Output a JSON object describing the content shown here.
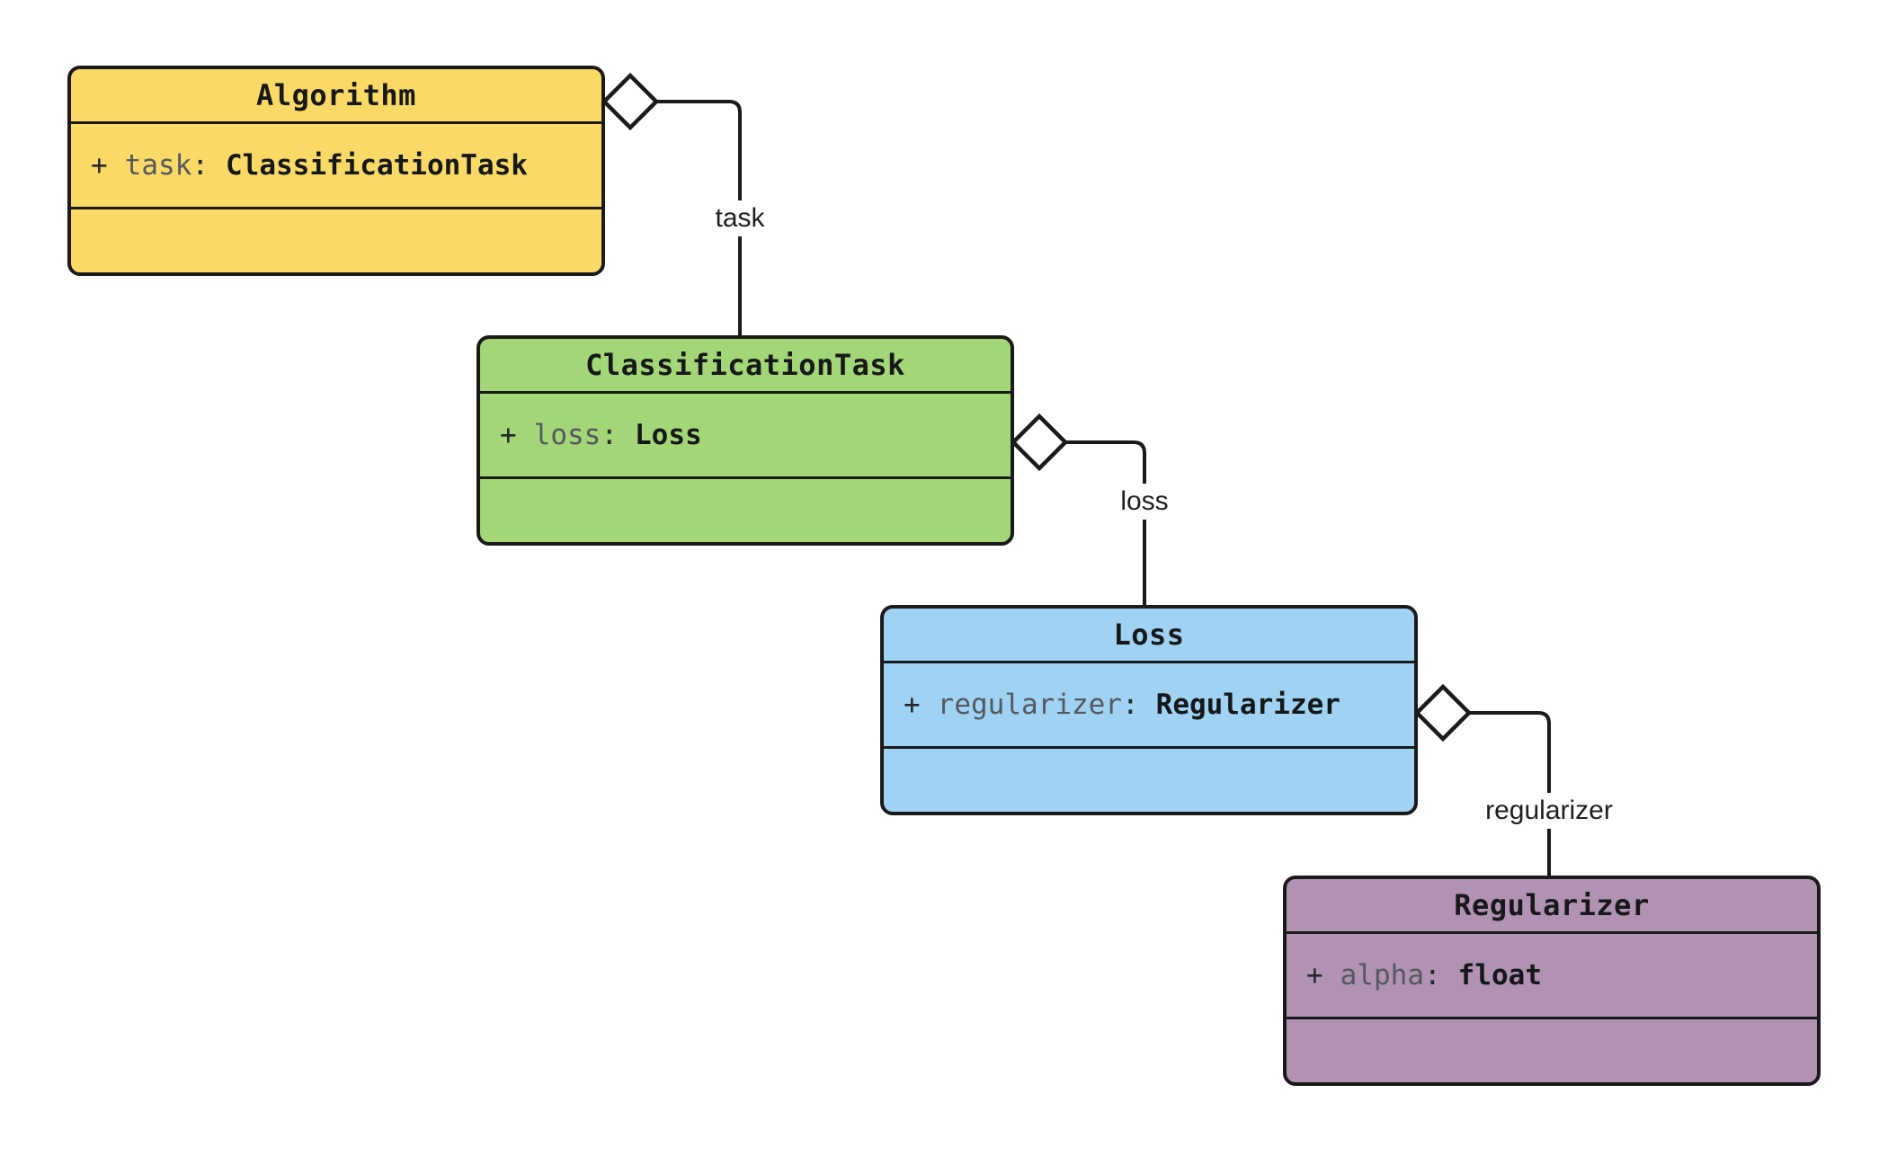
{
  "classes": [
    {
      "name": "Algorithm",
      "fill": "#FBD966",
      "attribute": {
        "visibility": "+",
        "name": "task",
        "colon": ":",
        "type": "ClassificationTask"
      }
    },
    {
      "name": "ClassificationTask",
      "fill": "#A2D677",
      "attribute": {
        "visibility": "+",
        "name": "loss",
        "colon": ":",
        "type": "Loss"
      }
    },
    {
      "name": "Loss",
      "fill": "#A0D2F3",
      "attribute": {
        "visibility": "+",
        "name": "regularizer",
        "colon": ":",
        "type": "Regularizer"
      }
    },
    {
      "name": "Regularizer",
      "fill": "#B192B3",
      "attribute": {
        "visibility": "+",
        "name": "alpha",
        "colon": ":",
        "type": "float"
      }
    }
  ],
  "relations": [
    {
      "from": "Algorithm",
      "to": "ClassificationTask",
      "label": "task",
      "kind": "aggregation"
    },
    {
      "from": "ClassificationTask",
      "to": "Loss",
      "label": "loss",
      "kind": "aggregation"
    },
    {
      "from": "Loss",
      "to": "Regularizer",
      "label": "regularizer",
      "kind": "aggregation"
    }
  ],
  "colors": {
    "background": "#ffffff",
    "stroke": "#1a1a1a",
    "title_text": "#16181a",
    "attribute_name_text": "#54595f",
    "type_text": "#15181a",
    "edge_label_text": "#1f1f1f"
  }
}
